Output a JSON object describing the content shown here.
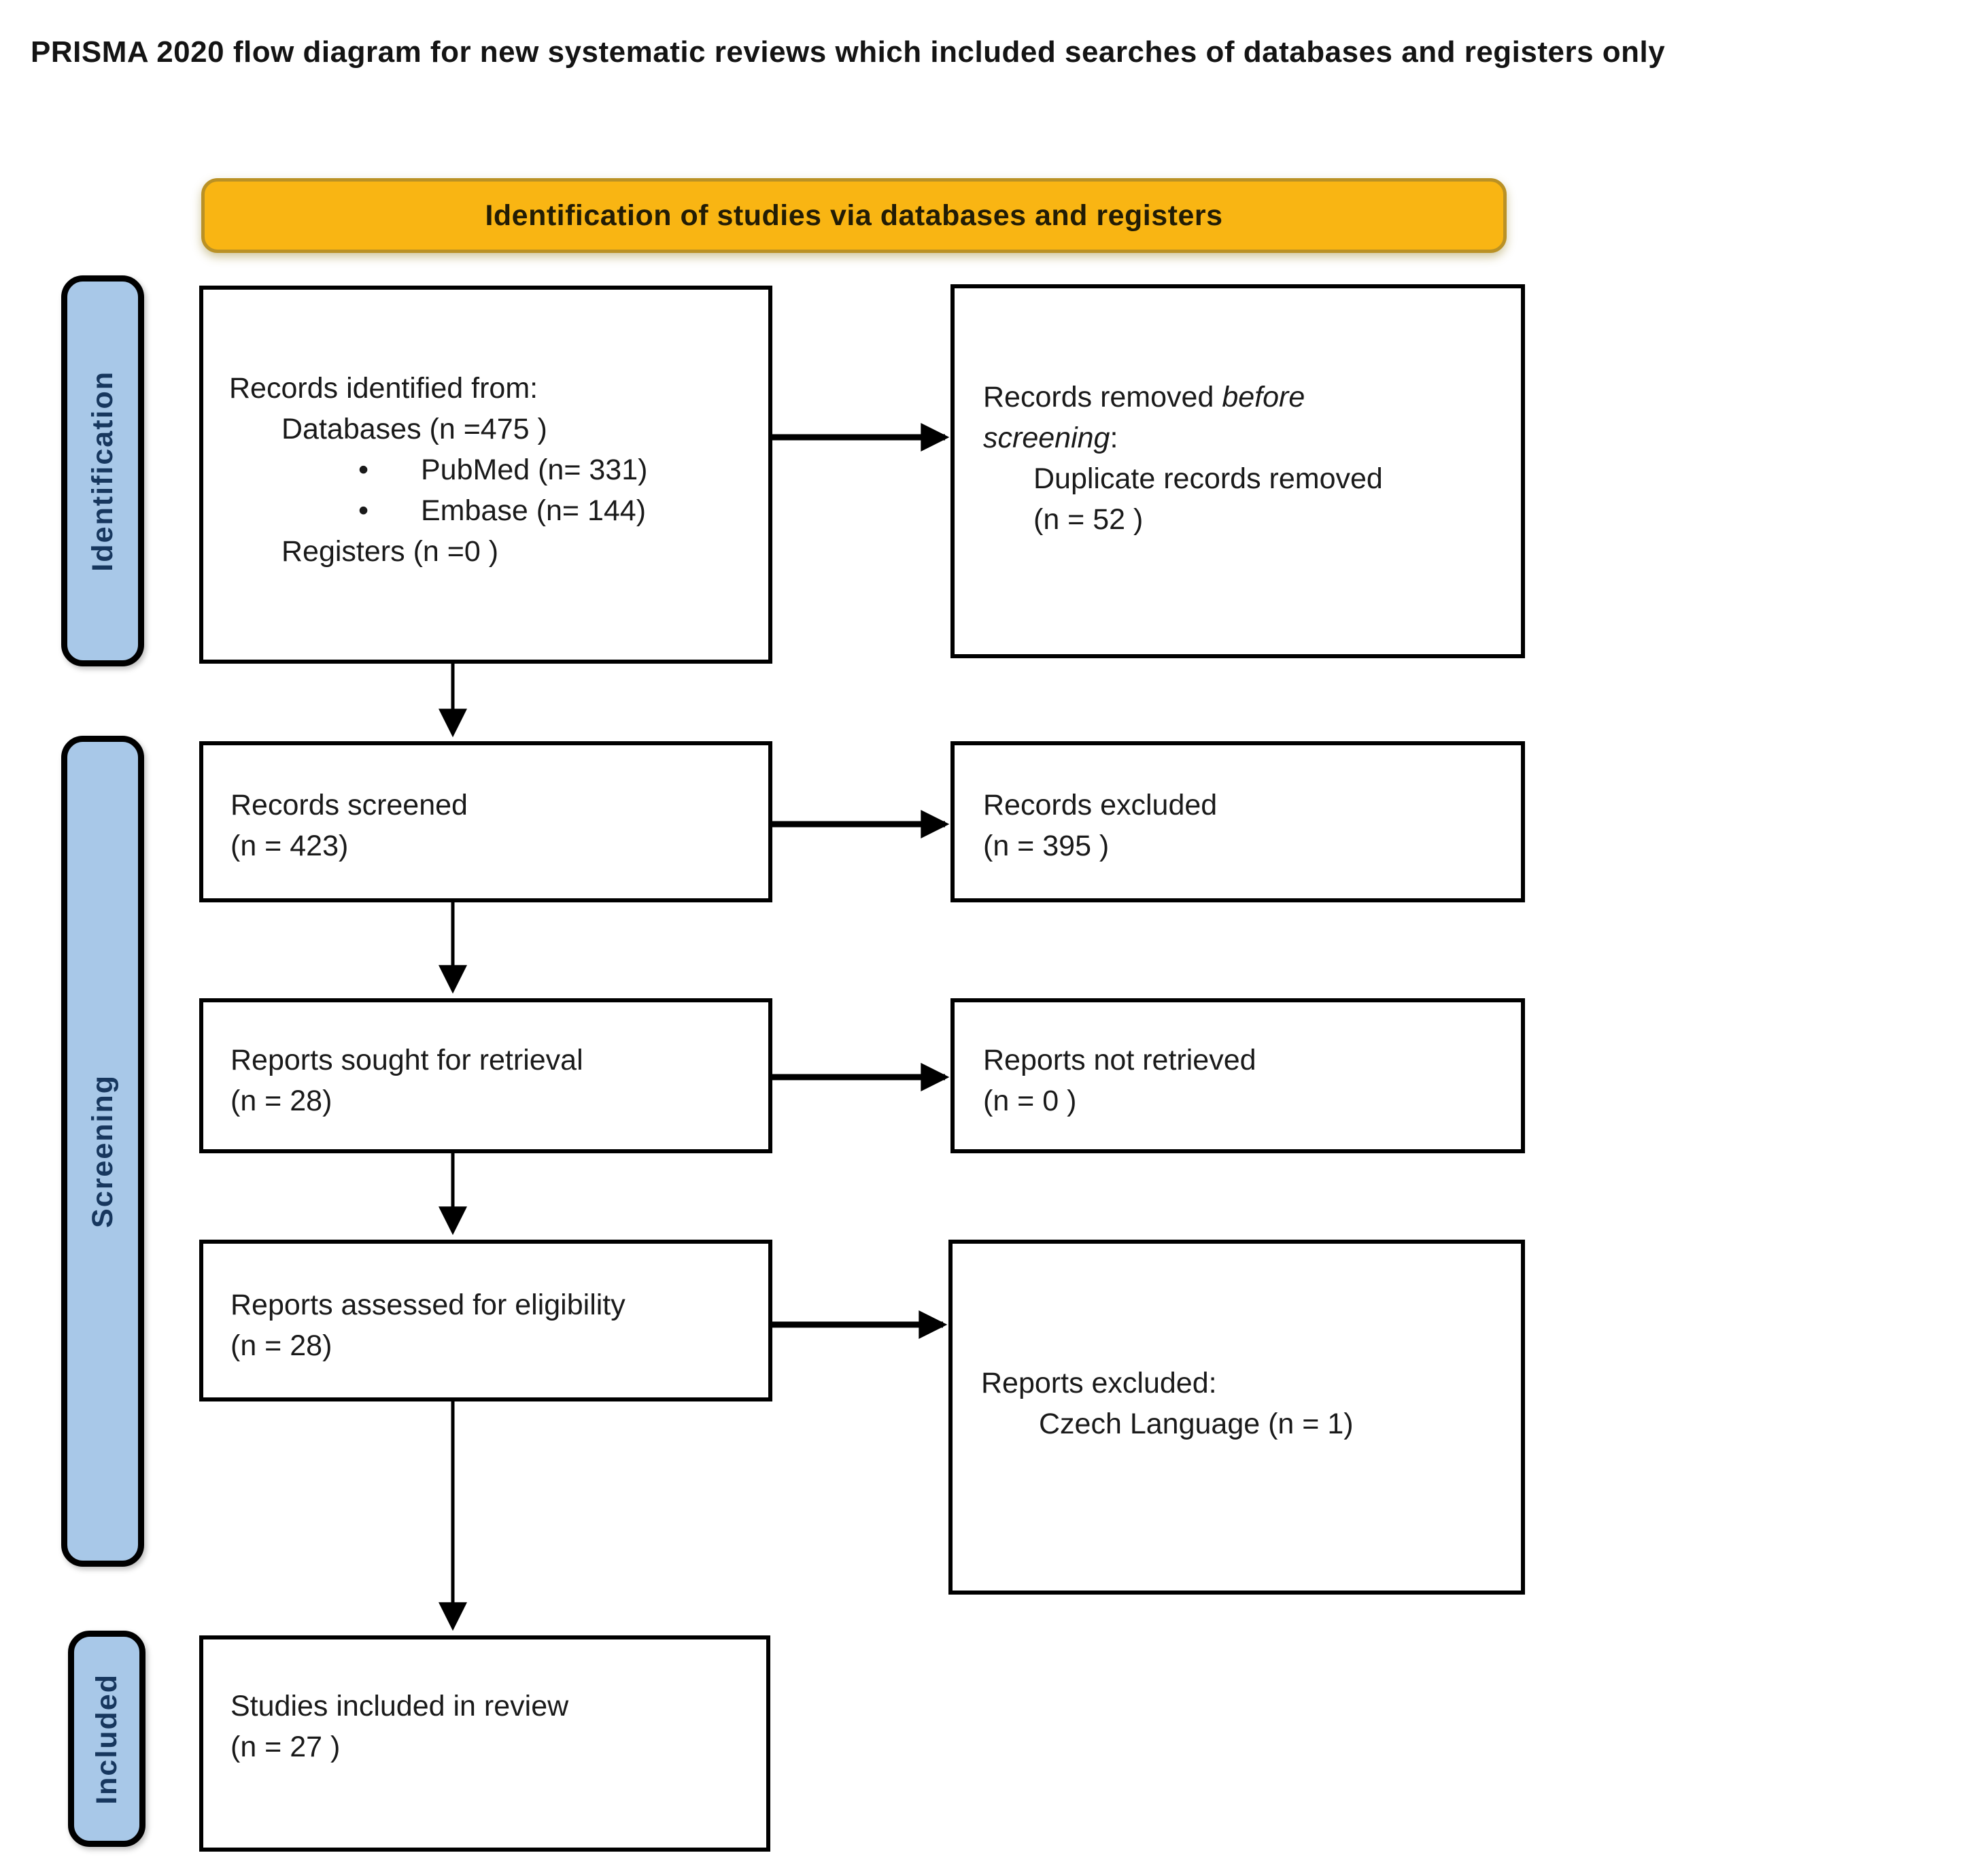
{
  "title": "PRISMA 2020 flow diagram for new systematic reviews which included searches of databases and registers only",
  "banner": {
    "label": "Identification of studies via databases and registers"
  },
  "stages": {
    "identification": "Identification",
    "screening": "Screening",
    "included": "Included"
  },
  "boxes": {
    "records_identified": {
      "line1": "Records identified from:",
      "line2": "Databases (n =475 )",
      "bullet": "•",
      "bullet1": "PubMed (n= 331)",
      "bullet2": "Embase (n= 144)",
      "line3": "Registers (n =0 )"
    },
    "records_removed": {
      "roman1": "Records removed ",
      "italic1": "before",
      "italic2": "screening",
      "roman2": ":",
      "line2": "Duplicate records removed",
      "line3": "(n = 52 )"
    },
    "records_screened": {
      "line1": "Records screened",
      "line2": "(n = 423)"
    },
    "records_excluded": {
      "line1": "Records excluded",
      "line2": "(n = 395 )"
    },
    "reports_sought": {
      "line1": "Reports sought for retrieval",
      "line2": "(n = 28)"
    },
    "reports_not_retrieved": {
      "line1": "Reports not retrieved",
      "line2": "(n = 0 )"
    },
    "reports_assessed": {
      "line1": "Reports assessed for eligibility",
      "line2": "(n = 28)"
    },
    "reports_excluded": {
      "line1": "Reports excluded:",
      "line2": "Czech Language (n = 1)"
    },
    "studies_included": {
      "line1": "Studies included in review",
      "line2": "(n = 27 )"
    }
  },
  "colors": {
    "banner_fill": "#F9B513",
    "banner_border": "#BA9125",
    "stage_fill": "#A8C8E8",
    "stage_text": "#17375E",
    "box_border": "#000000",
    "arrow": "#000000",
    "text": "#1A1A1A"
  }
}
